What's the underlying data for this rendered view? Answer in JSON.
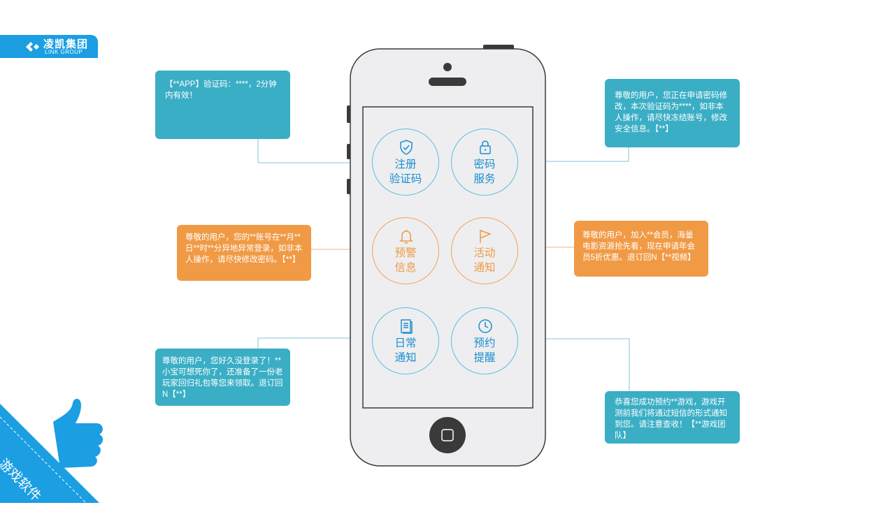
{
  "logo": {
    "cn": "凌凯集团",
    "en": "LINK GROUP"
  },
  "corner_label": "游戏软件",
  "circles": [
    {
      "line1": "注册",
      "line2": "验证码",
      "icon": "shield-check-icon"
    },
    {
      "line1": "密码",
      "line2": "服务",
      "icon": "lock-icon"
    },
    {
      "line1": "预警",
      "line2": "信息",
      "icon": "bell-icon"
    },
    {
      "line1": "活动",
      "line2": "通知",
      "icon": "flag-icon"
    },
    {
      "line1": "日常",
      "line2": "通知",
      "icon": "document-icon"
    },
    {
      "line1": "预约",
      "line2": "提醒",
      "icon": "clock-icon"
    }
  ],
  "messages": {
    "register": "【**APP】验证码：****，2分钟内有效！",
    "password": "尊敬的用户，您正在申请密码修改，本次验证码为****，如非本人操作，请尽快冻结账号，修改安全信息。【**】",
    "warning": "尊敬的用户，您的**账号在**月**日**时**分异地异常登录，如非本人操作，请尽快修改密码。【**】",
    "activity": "尊敬的用户，加入**会员，海量电影资源抢先看，现在申请年会员5折优惠。退订回N【**视频】",
    "daily": "尊敬的用户，您好久没登录了！**小宝可想死你了，还准备了一份老玩家回归礼包等您来领取。退订回N【**】",
    "reminder": "恭喜您成功预约**游戏，游戏开测前我们将通过短信的形式通知到您。请注意查收！【**游戏团队】"
  },
  "colors": {
    "teal": "#3aaec5",
    "orange": "#f09a45",
    "brand_blue": "#1b9ee2"
  }
}
